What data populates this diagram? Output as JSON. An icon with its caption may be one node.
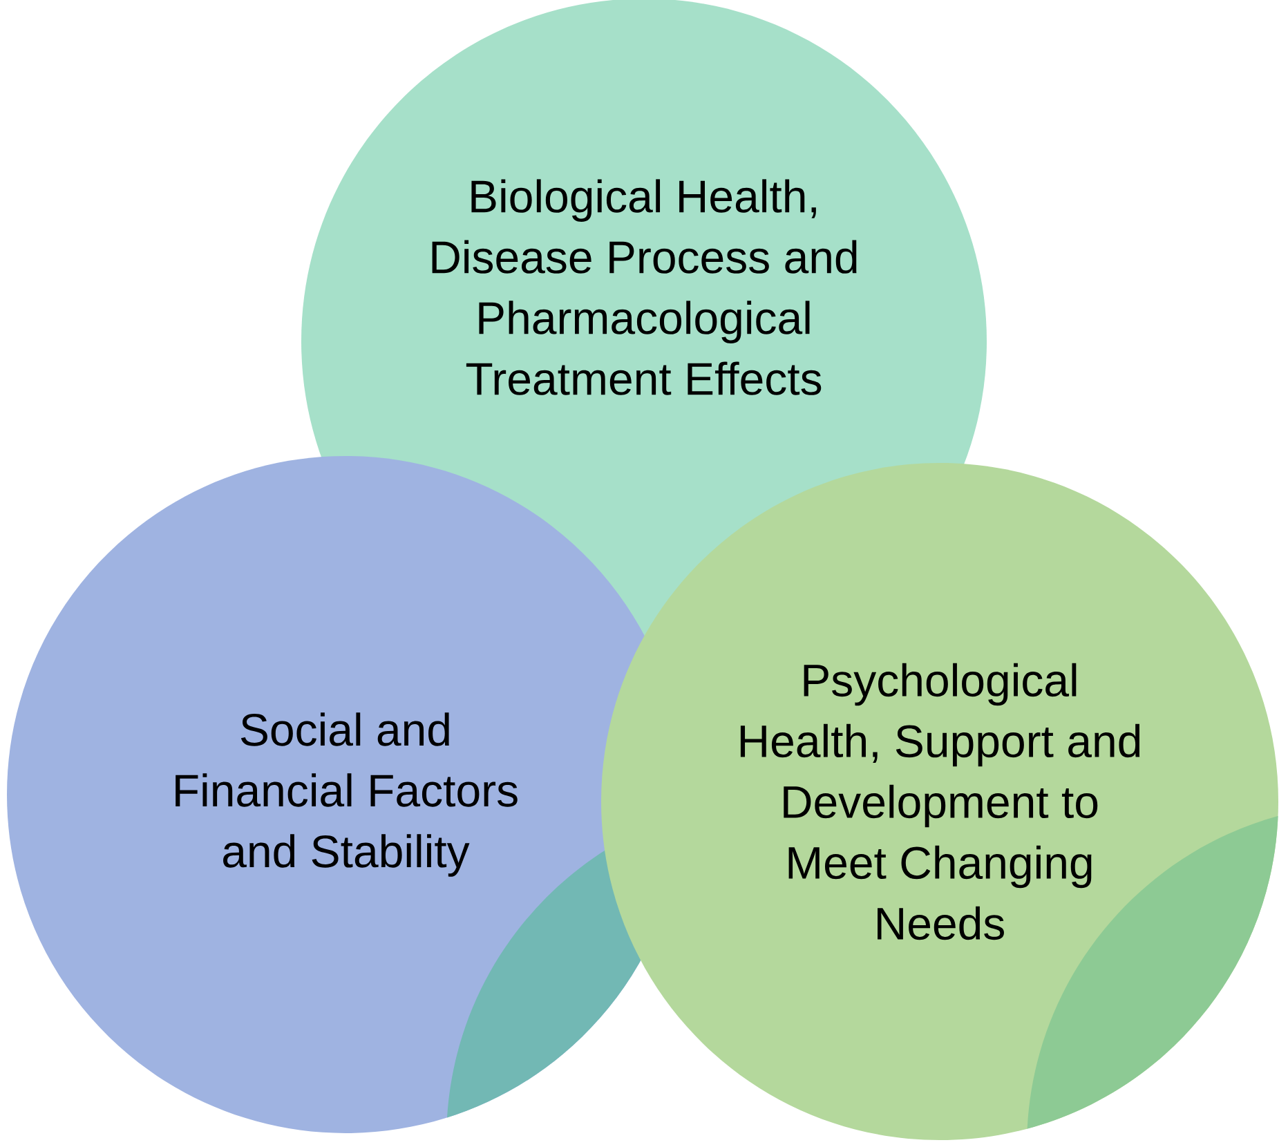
{
  "diagram": {
    "nodes": [
      {
        "text": [
          "Biological Health, Disease Process and Pharmacological Treatment Effects"
        ]
      },
      {
        "text": [
          "Social and Financial Factors and Stability"
        ]
      },
      {
        "text": [
          "Psychological Health, Support and Development to Meet Changing Needs"
        ]
      }
    ]
  }
}
